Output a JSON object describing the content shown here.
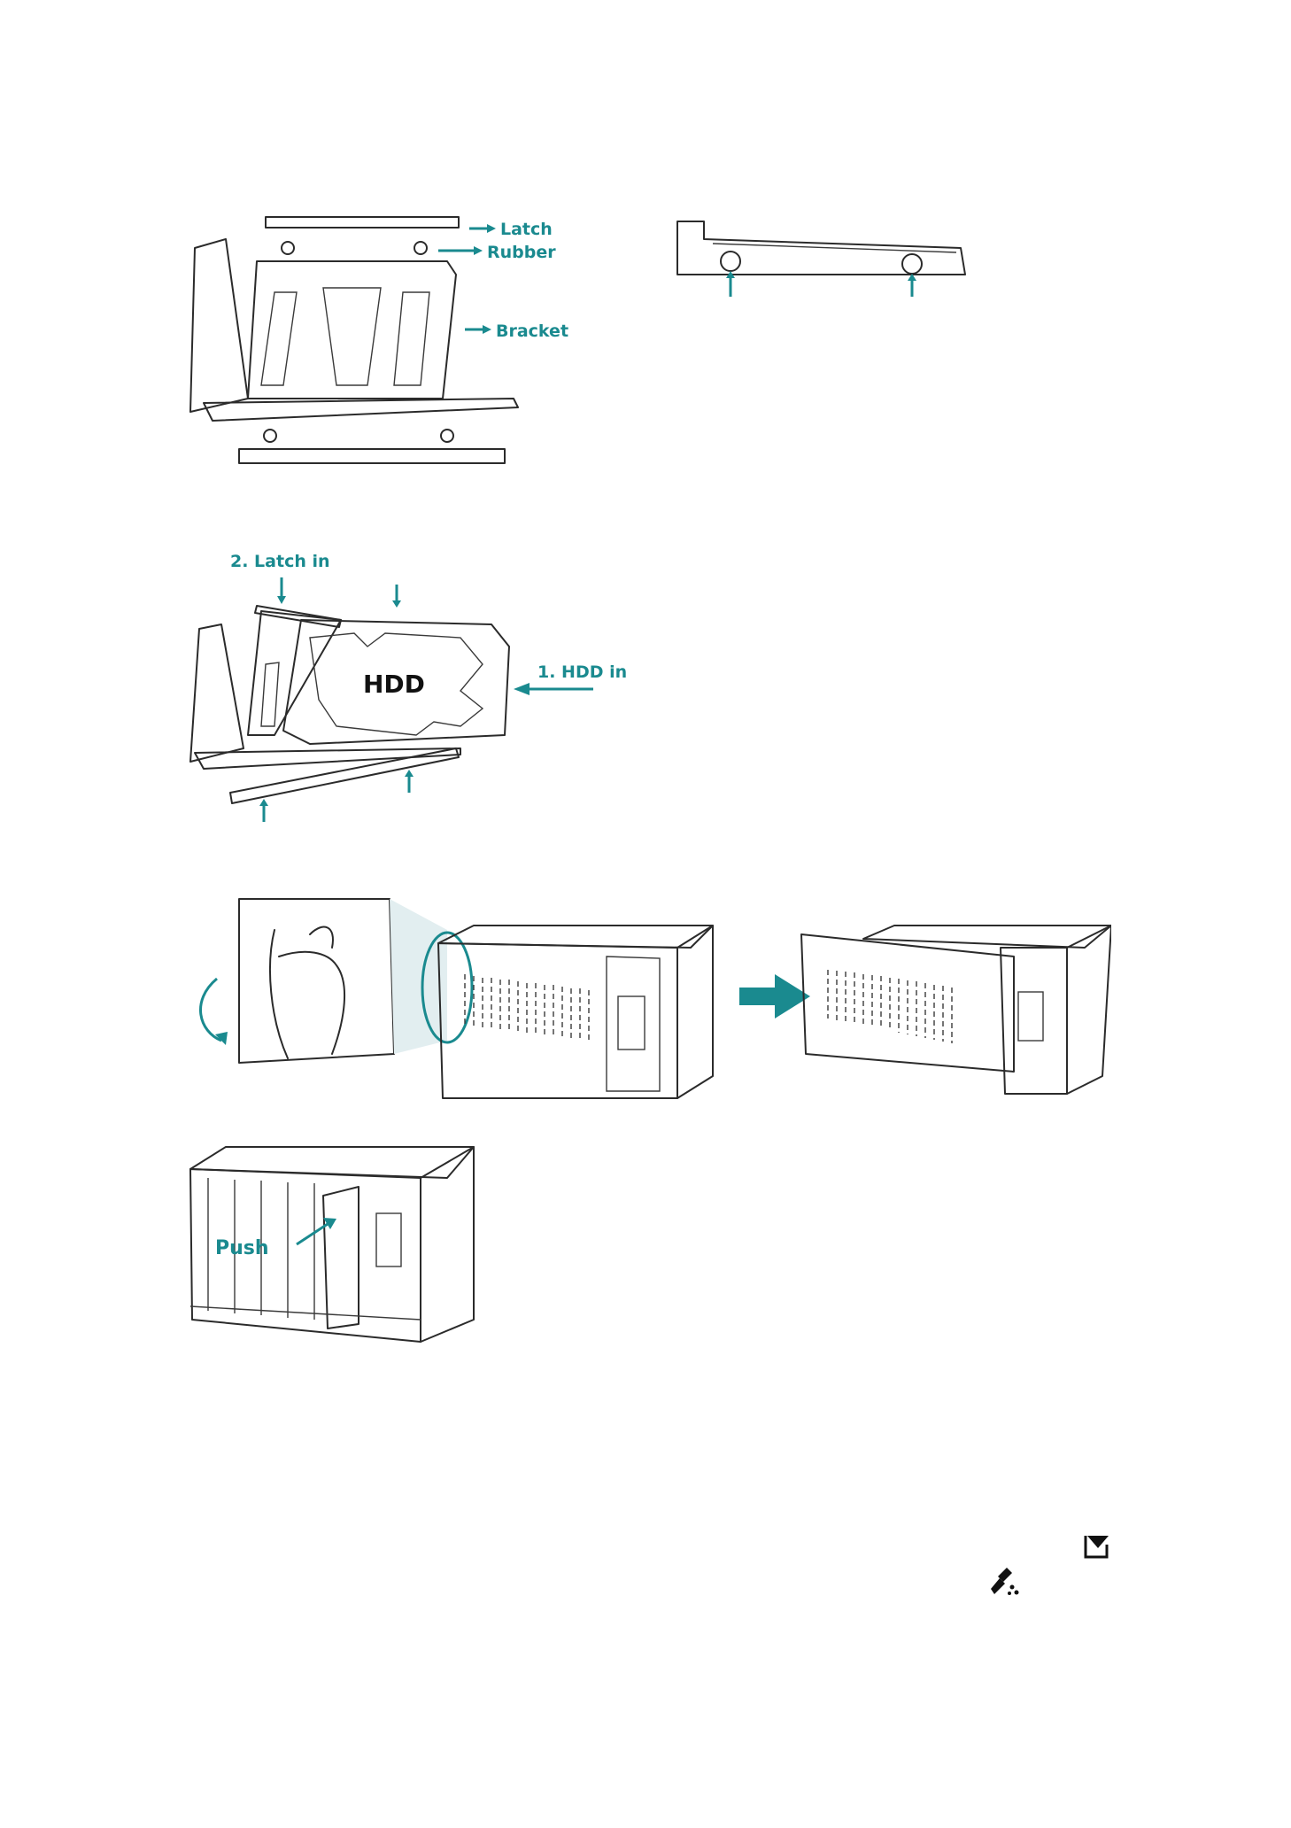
{
  "figure1": {
    "labels": {
      "latch": "Latch",
      "rubber": "Rubber",
      "bracket": "Bracket"
    }
  },
  "figure2": {
    "labels": {
      "latch_in": "2. Latch in",
      "hdd_in": "1. HDD in",
      "hdd": "HDD"
    }
  },
  "figure4": {
    "labels": {
      "push": "Push"
    }
  },
  "colors": {
    "accent": "#1a8a8f",
    "line": "#2b2b2b"
  },
  "icons": {
    "bottom_icon_1": "tray-filter-icon",
    "bottom_icon_2": "broom-icon"
  }
}
